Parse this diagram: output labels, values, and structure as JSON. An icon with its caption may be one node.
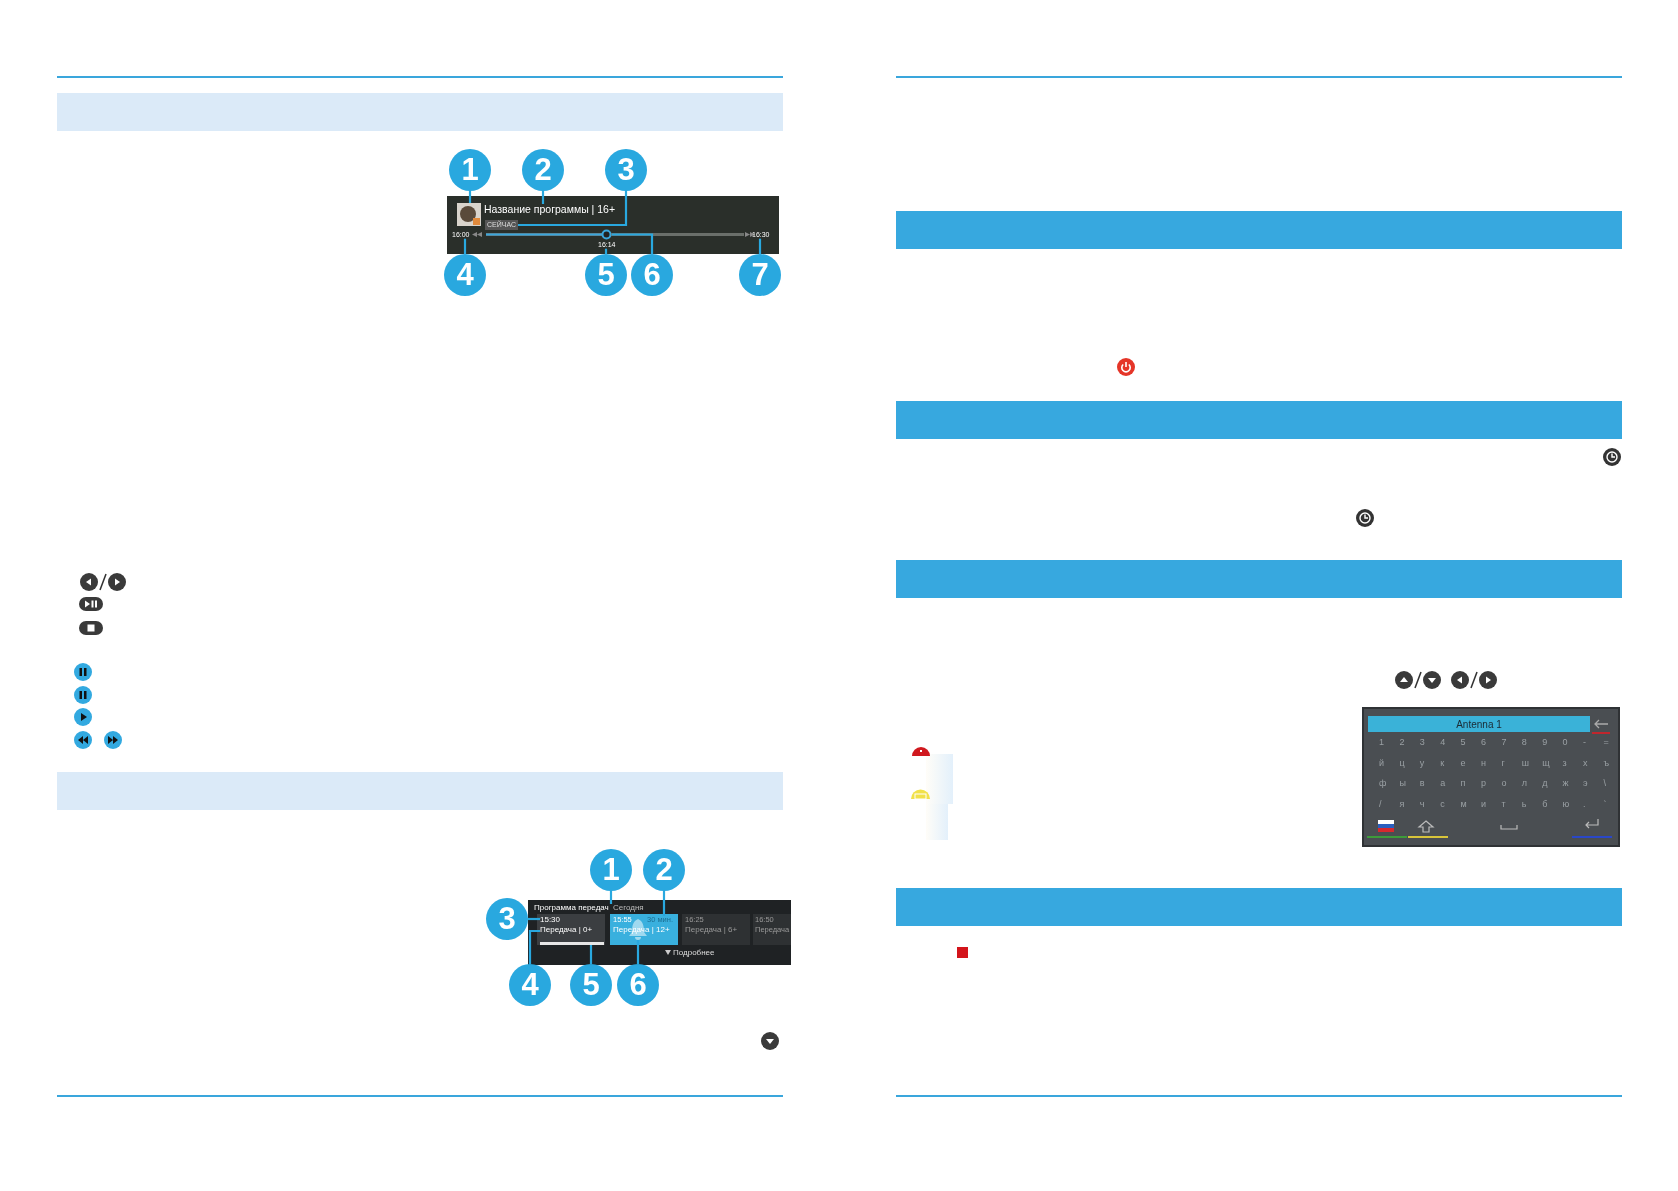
{
  "diagram": {
    "nodes": [
      {
        "text": [
          "1"
        ]
      },
      {
        "text": [
          "2"
        ]
      },
      {
        "text": [
          "3"
        ]
      },
      {
        "text": [
          "4"
        ]
      },
      {
        "text": [
          "5"
        ]
      },
      {
        "text": [
          "6"
        ]
      },
      {
        "text": [
          "7"
        ]
      },
      {
        "text": [
          "Название программы | 16+"
        ]
      },
      {
        "text": [
          "СЕЙЧАС"
        ]
      },
      {
        "text": [
          "16:00"
        ]
      },
      {
        "text": [
          "16:14"
        ]
      },
      {
        "text": [
          "16:30"
        ]
      },
      {
        "text": [
          "1"
        ]
      },
      {
        "text": [
          "2"
        ]
      },
      {
        "text": [
          "3"
        ]
      },
      {
        "text": [
          "4"
        ]
      },
      {
        "text": [
          "5"
        ]
      },
      {
        "text": [
          "6"
        ]
      },
      {
        "text": [
          "Сегодня"
        ]
      },
      {
        "text": [
          "30 мин."
        ]
      },
      {
        "text": [
          "15:30"
        ]
      },
      {
        "text": [
          "Передача | 0+"
        ]
      },
      {
        "text": [],
        "shape": "picture"
      },
      {
        "text": [],
        "shape": "circle"
      },
      {
        "text": [],
        "shape": "bar"
      },
      {
        "text": [],
        "shape": "bar"
      },
      {
        "text": [],
        "shape": "bell"
      }
    ],
    "edges": [
      {
        "from": 0,
        "to": 22,
        "arrow": "none"
      },
      {
        "from": 1,
        "to": 7,
        "arrow": "none"
      },
      {
        "from": 2,
        "to": 8,
        "arrow": "none"
      },
      {
        "from": 3,
        "to": 9,
        "arrow": "none"
      },
      {
        "from": 4,
        "to": 10,
        "arrow": "none"
      },
      {
        "from": 5,
        "to": 23,
        "arrow": "none"
      },
      {
        "from": 6,
        "to": 11,
        "arrow": "none"
      },
      {
        "from": 12,
        "to": 18,
        "arrow": "none"
      },
      {
        "from": 13,
        "to": 19,
        "arrow": "none"
      },
      {
        "from": 14,
        "to": 20,
        "arrow": "none"
      },
      {
        "from": 15,
        "to": 21,
        "arrow": "none"
      },
      {
        "from": 16,
        "to": 25,
        "arrow": "none"
      },
      {
        "from": 17,
        "to": 26,
        "arrow": "none"
      }
    ],
    "labels": [
      "Программа передач",
      "15:55",
      "Передача | 12+",
      "16:25",
      "Передача | 6+",
      "16:50",
      "Передача",
      "Подробнее",
      "Antenna 1",
      "1",
      "2",
      "3",
      "4",
      "5",
      "6",
      "7",
      "8",
      "9",
      "0",
      "-",
      "=",
      "й",
      "ц",
      "у",
      "к",
      "е",
      "н",
      "г",
      "ш",
      "щ",
      "з",
      "х",
      "ъ",
      "ф",
      "ы",
      "в",
      "а",
      "п",
      "р",
      "о",
      "л",
      "д",
      "ж",
      "э",
      "\\",
      "/",
      "я",
      "ч",
      "с",
      "м",
      "и",
      "т",
      "ь",
      "б",
      "ю",
      ".",
      "`"
    ]
  }
}
